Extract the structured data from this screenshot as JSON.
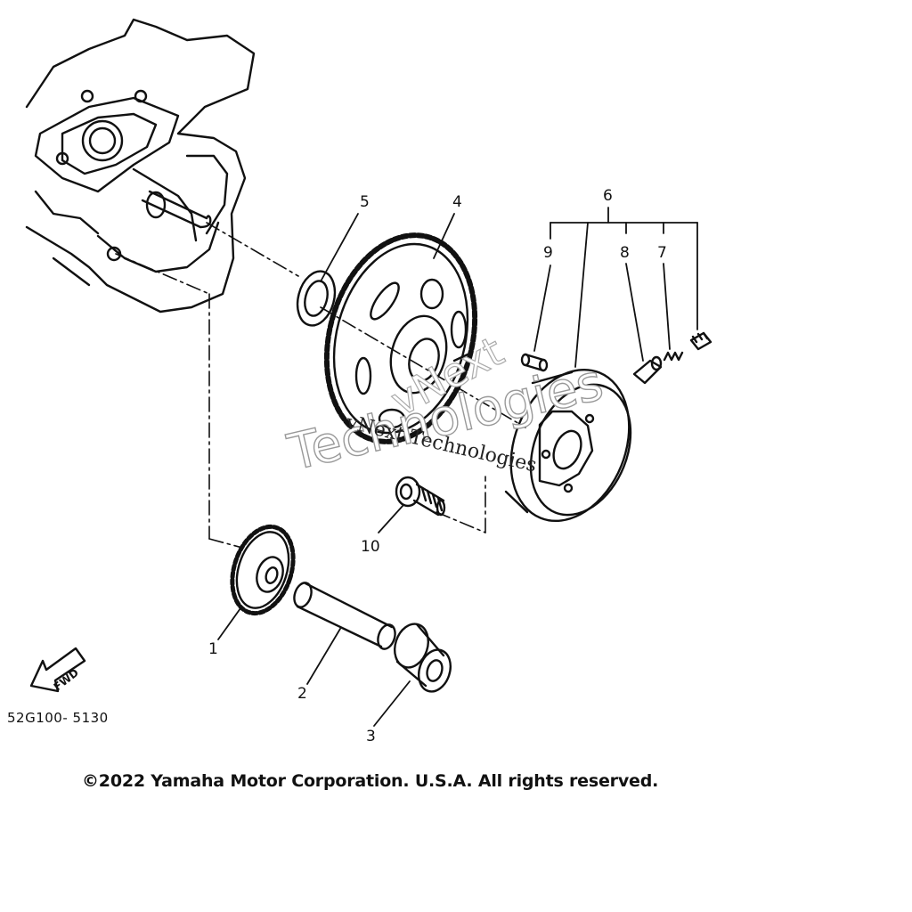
{
  "diagram": {
    "part_numbers": {
      "p1": "1",
      "p2": "2",
      "p3": "3",
      "p4": "4",
      "p5": "5",
      "p6": "6",
      "p7": "7",
      "p8": "8",
      "p9": "9",
      "p10": "10"
    },
    "fwd_label": "FWD",
    "drawing_code": "52G100- 5130",
    "copyright": "©2022 Yamaha Motor Corporation. U.S.A. All rights reserved.",
    "watermark": {
      "line1": "vNext Technologies",
      "line2": "Technologies",
      "line3": "vNext"
    }
  }
}
